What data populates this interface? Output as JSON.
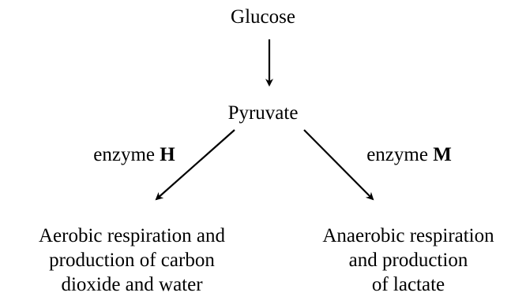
{
  "nodes": {
    "glucose": "Glucose",
    "pyruvate": "Pyruvate",
    "aerobic": {
      "line1": "Aerobic respiration and",
      "line2": "production of carbon",
      "line3": "dioxide and water"
    },
    "anaerobic": {
      "line1": "Anaerobic respiration",
      "line2": "and production",
      "line3": "of lactate"
    }
  },
  "labels": {
    "h": {
      "prefix": "enzyme ",
      "letter": "H"
    },
    "m": {
      "prefix": "enzyme ",
      "letter": "M"
    }
  }
}
